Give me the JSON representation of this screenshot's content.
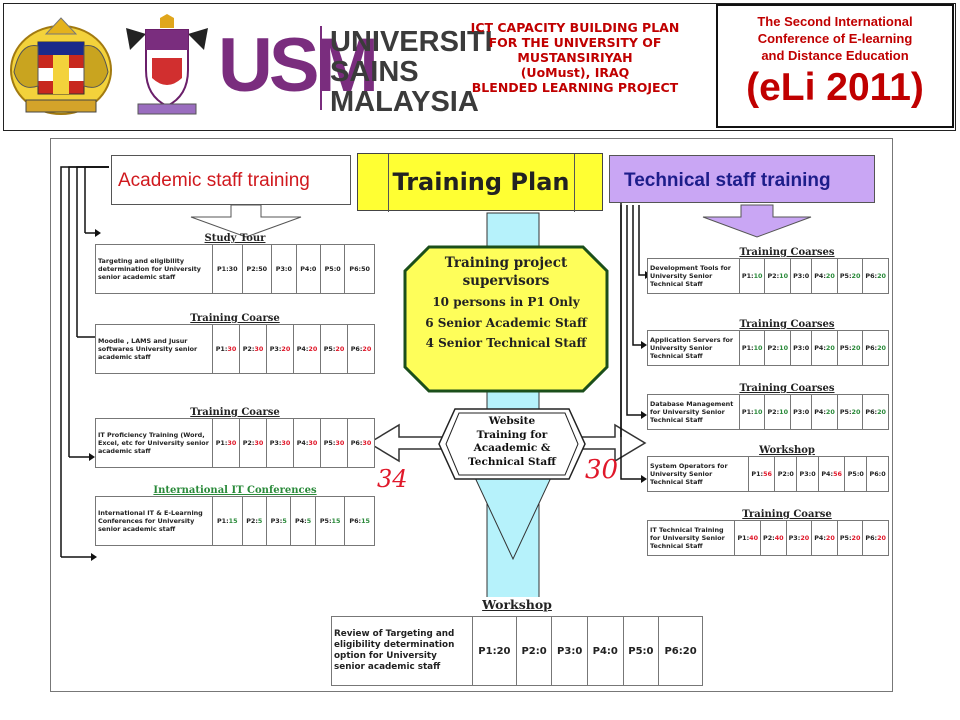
{
  "header": {
    "university": [
      "UNIVERSITI",
      "SAINS",
      "MALAYSIA"
    ],
    "usm_mark": "USM",
    "project": [
      "ICT CAPACITY BUILDING PLAN",
      "FOR THE UNIVERSITY OF",
      "MUSTANSIRIYAH",
      "(UoMust), IRAQ",
      "BLENDED LEARNING PROJECT"
    ],
    "conference_lines": [
      "The Second International",
      "Conference of E-learning",
      "and Distance Education"
    ],
    "conference_title": "(eLi 2011)"
  },
  "diagram": {
    "academic_title": "Academic staff training",
    "main_title": "Training Plan",
    "technical_title": "Technical staff training",
    "supervisors": [
      "Training project",
      "supervisors",
      "10 persons in P1 Only",
      "6 Senior Academic Staff",
      "4 Senior Technical Staff"
    ],
    "website": [
      "Website",
      "Training for",
      "Acaademic &",
      "Technical Staff"
    ],
    "left_count": "34",
    "right_count": "30",
    "left_sections": [
      {
        "title": "Study Tour",
        "title_color": "#222222",
        "desc": "Targeting and eligibility determination for University senior academic staff",
        "cells": [
          [
            "P1:",
            "30"
          ],
          [
            "P2:",
            "50"
          ],
          [
            "P3:",
            "0"
          ],
          [
            "P4:",
            "0"
          ],
          [
            "P5:",
            "0"
          ],
          [
            "P6:",
            "50"
          ]
        ]
      },
      {
        "title": "Training Coarse",
        "title_color": "#222222",
        "desc": "Moodle , LAMS and Jusur softwares University senior academic staff",
        "cells": [
          [
            "P1:",
            "30"
          ],
          [
            "P2:",
            "30"
          ],
          [
            "P3:",
            "20"
          ],
          [
            "P4:",
            "20"
          ],
          [
            "P5:",
            "20"
          ],
          [
            "P6:",
            "20"
          ]
        ]
      },
      {
        "title": "Training Coarse",
        "title_color": "#222222",
        "desc": "IT Proficiency Training (Word, Excel, etc for University senior academic staff",
        "cells": [
          [
            "P1:",
            "30"
          ],
          [
            "P2:",
            "30"
          ],
          [
            "P3:",
            "30"
          ],
          [
            "P4:",
            "30"
          ],
          [
            "P5:",
            "30"
          ],
          [
            "P6:",
            "30"
          ]
        ]
      },
      {
        "title": "International IT Conferences",
        "title_color": "#2a8a3a",
        "desc": "International IT & E-Learning Conferences for University senior academic staff",
        "cells": [
          [
            "P1:",
            "15"
          ],
          [
            "P2:",
            "5"
          ],
          [
            "P3:",
            "5"
          ],
          [
            "P4:",
            "5"
          ],
          [
            "P5:",
            "15"
          ],
          [
            "P6:",
            "15"
          ]
        ]
      }
    ],
    "right_sections": [
      {
        "title": "Training Coarses",
        "desc": "Development Tools for University Senior Technical Staff",
        "cells": [
          [
            "P1:",
            "10"
          ],
          [
            "P2:",
            "10"
          ],
          [
            "P3:",
            "0"
          ],
          [
            "P4:",
            "20"
          ],
          [
            "P5:",
            "20"
          ],
          [
            "P6:",
            "20"
          ]
        ]
      },
      {
        "title": "Training Coarses",
        "desc": "Application Servers for University Senior Technical Staff",
        "cells": [
          [
            "P1:",
            "10"
          ],
          [
            "P2:",
            "10"
          ],
          [
            "P3:",
            "0"
          ],
          [
            "P4:",
            "20"
          ],
          [
            "P5:",
            "20"
          ],
          [
            "P6:",
            "20"
          ]
        ]
      },
      {
        "title": "Training Coarses",
        "desc": "Database Management for University Senior Technical Staff",
        "cells": [
          [
            "P1:",
            "10"
          ],
          [
            "P2:",
            "10"
          ],
          [
            "P3:",
            "0"
          ],
          [
            "P4:",
            "20"
          ],
          [
            "P5:",
            "20"
          ],
          [
            "P6:",
            "20"
          ]
        ]
      },
      {
        "title": "Workshop",
        "desc": "System Operators for University Senior Technical Staff",
        "cells": [
          [
            "P1:",
            "56"
          ],
          [
            "P2:",
            "0"
          ],
          [
            "P3:",
            "0"
          ],
          [
            "P4:",
            "56"
          ],
          [
            "P5:",
            "0"
          ],
          [
            "P6:",
            "0"
          ]
        ]
      },
      {
        "title": "Training Coarse",
        "desc": "IT Technical Training for University Senior Technical Staff",
        "cells": [
          [
            "P1:",
            "40"
          ],
          [
            "P2:",
            "40"
          ],
          [
            "P3:",
            "20"
          ],
          [
            "P4:",
            "20"
          ],
          [
            "P5:",
            "20"
          ],
          [
            "P6:",
            "20"
          ]
        ]
      }
    ],
    "workshop": {
      "title": "Workshop",
      "desc": "Review of Targeting and eligibility determination option for University senior academic staff",
      "cells": [
        "P1:20",
        "P2:0",
        "P3:0",
        "P4:0",
        "P5:0",
        "P6:20"
      ]
    },
    "colors": {
      "value_red": "#e0182a",
      "value_green": "#2a8a3a",
      "academic_text": "#d0191e",
      "technical_text": "#1d1d8a",
      "purple_box": "#c9a6f4",
      "yellow_box": "#ffff33",
      "supervisor_fill": "#fefe5a",
      "arrow_cyan": "#b6f2fb"
    }
  }
}
